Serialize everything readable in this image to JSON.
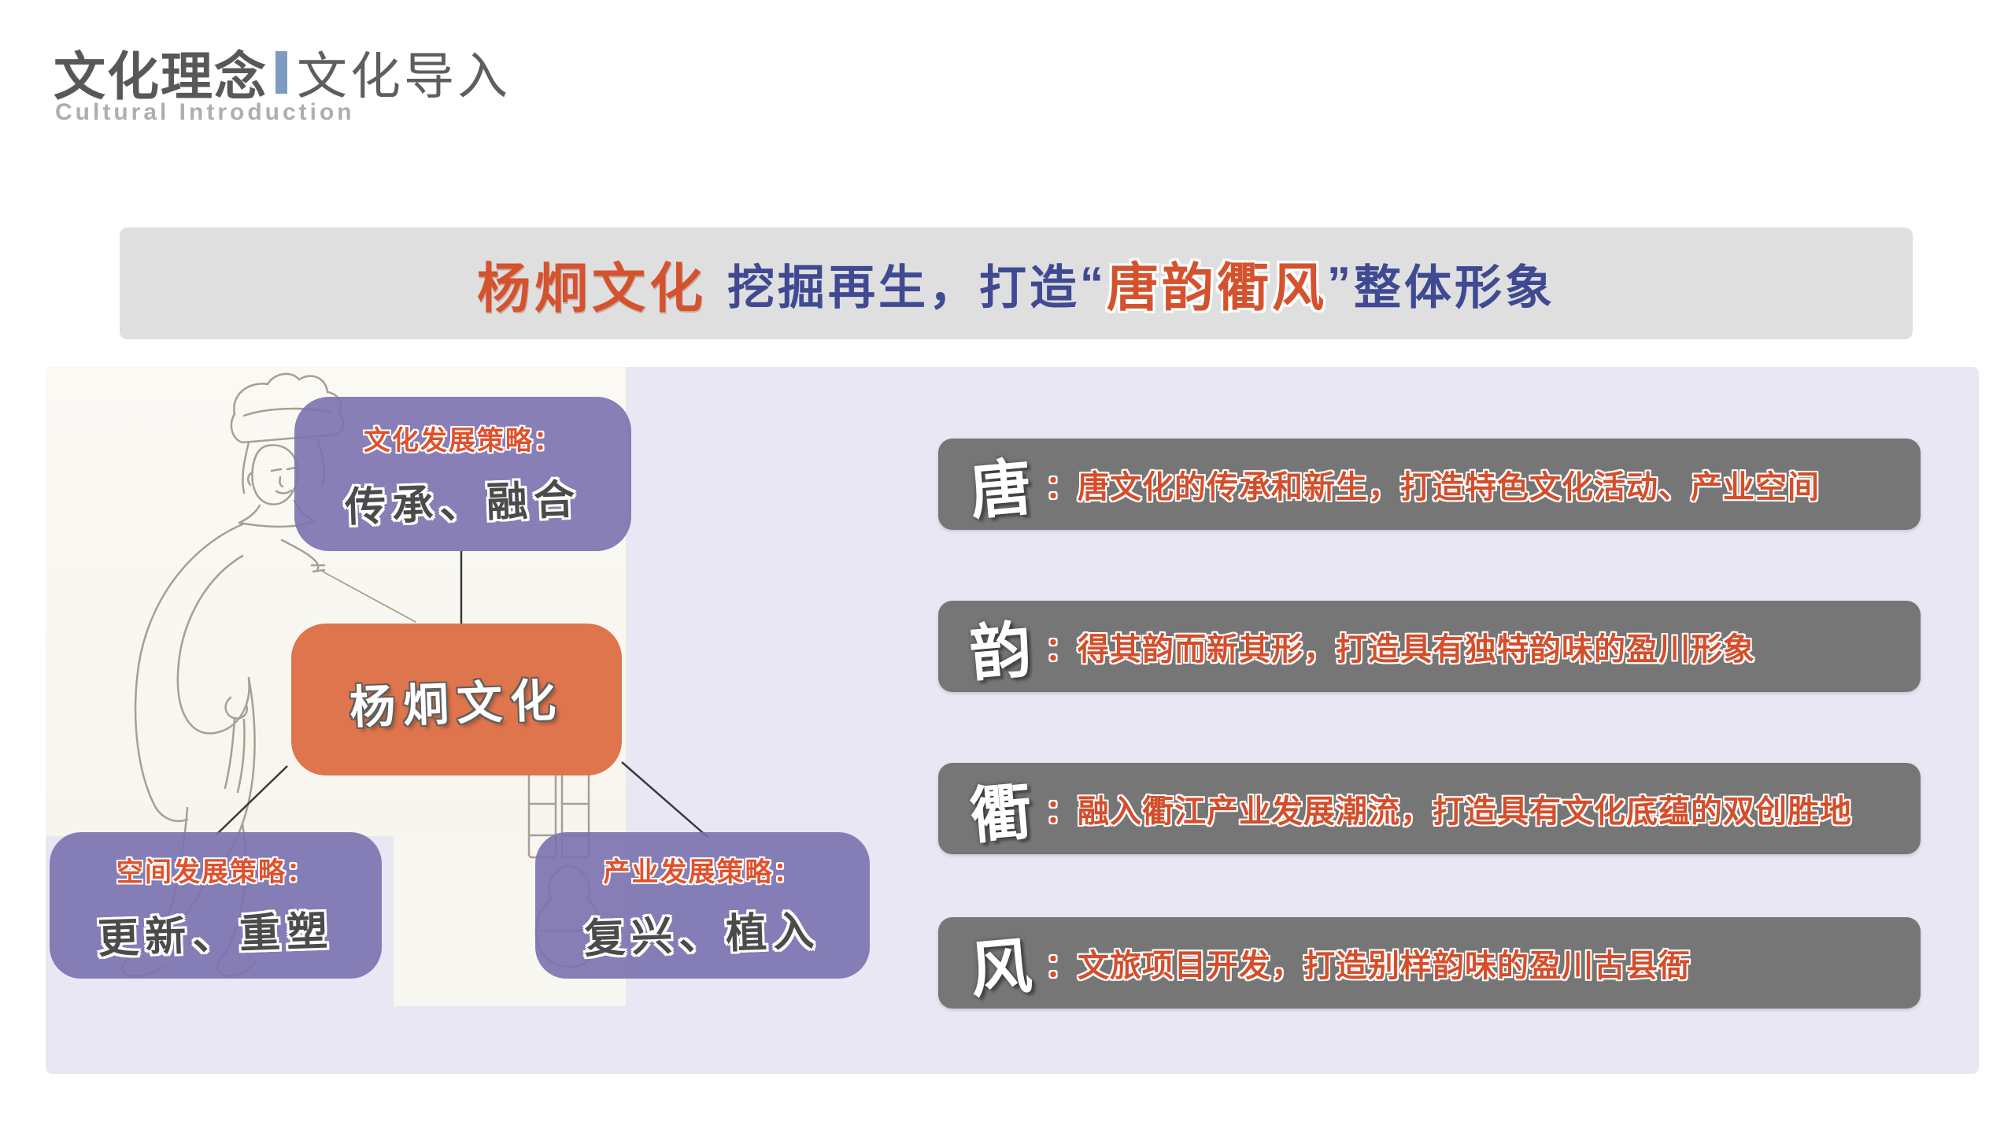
{
  "header": {
    "title_cn_bold": "文化理念",
    "title_cn_light": "文化导入",
    "subtitle_en": "Cultural Introduction"
  },
  "banner": {
    "emphasis": "杨炯文化",
    "middle": "挖掘再生，打造",
    "quote_open": "“",
    "highlight": "唐韵衢风",
    "quote_close": "”",
    "suffix": "整体形象"
  },
  "diagram": {
    "top_box": {
      "label": "文化发展策略：",
      "value": "传承、融合"
    },
    "center_box": {
      "value": "杨炯文化"
    },
    "left_box": {
      "label": "空间发展策略：",
      "value": "更新、重塑"
    },
    "right_box": {
      "label": "产业发展策略：",
      "value": "复兴、植入"
    }
  },
  "strategy_rows": [
    {
      "char": "唐",
      "desc": "：唐文化的传承和新生，打造特色文化活动、产业空间"
    },
    {
      "char": "韵",
      "desc": "：得其韵而新其形，打造具有独特韵味的盈川形象"
    },
    {
      "char": "衢",
      "desc": "：融入衢江产业发展潮流，打造具有文化底蕴的双创胜地"
    },
    {
      "char": "风",
      "desc": "：文旅项目开发，打造别样韵味的盈川古县衙"
    }
  ],
  "colors": {
    "accent_orange": "#d4532e",
    "deep_blue": "#3f4a92",
    "slate_purple": "#7a71af",
    "box_orange": "#df754d",
    "row_gray": "#767676",
    "banner_gray": "#dfdfdf",
    "panel_lavender": "#e9e7f3",
    "title_gray": "#57585a",
    "divider_blue": "#7e9cc2"
  }
}
